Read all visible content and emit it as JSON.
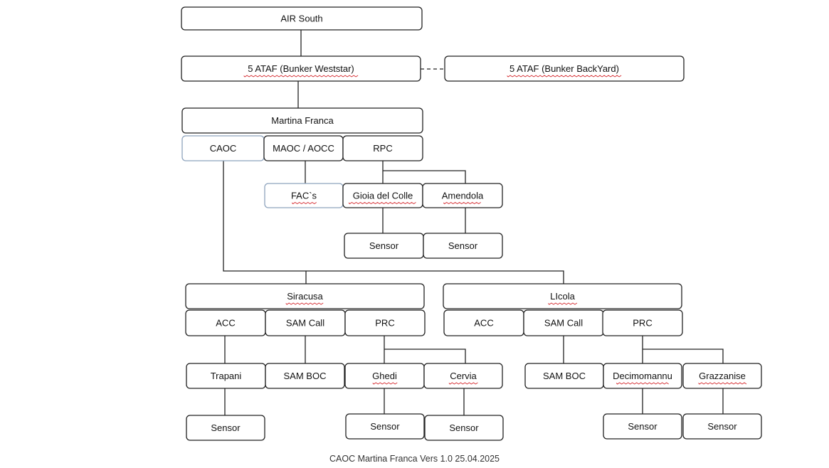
{
  "nodes": {
    "air_south": "AIR South",
    "ataf_weststar": "5 ATAF (Bunker Weststar)",
    "ataf_backyard": "5 ATAF (Bunker BackYard)",
    "martina_franca": "Martina Franca",
    "caoc": "CAOC",
    "maoc_aocc": "MAOC / AOCC",
    "rpc": "RPC",
    "facs": "FAC`s",
    "gioia_del_colle": "Gioia del Colle",
    "amendola": "Amendola",
    "sensor_gioia": "Sensor",
    "sensor_amendola": "Sensor",
    "siracusa": "Siracusa",
    "licola": "LIcola",
    "s_acc": "ACC",
    "s_sam_call": "SAM Call",
    "s_prc": "PRC",
    "l_acc": "ACC",
    "l_sam_call": "SAM Call",
    "l_prc": "PRC",
    "trapani": "Trapani",
    "s_sam_boc": "SAM BOC",
    "ghedi": "Ghedi",
    "cervia": "Cervia",
    "l_sam_boc": "SAM BOC",
    "decimomannu": "Decimomannu",
    "grazzanise": "Grazzanise",
    "sensor_trapani": "Sensor",
    "sensor_ghedi": "Sensor",
    "sensor_cervia": "Sensor",
    "sensor_decimomannu": "Sensor",
    "sensor_grazzanise": "Sensor"
  },
  "footer": "CAOC Martina Franca Vers 1.0 25.04.2025"
}
